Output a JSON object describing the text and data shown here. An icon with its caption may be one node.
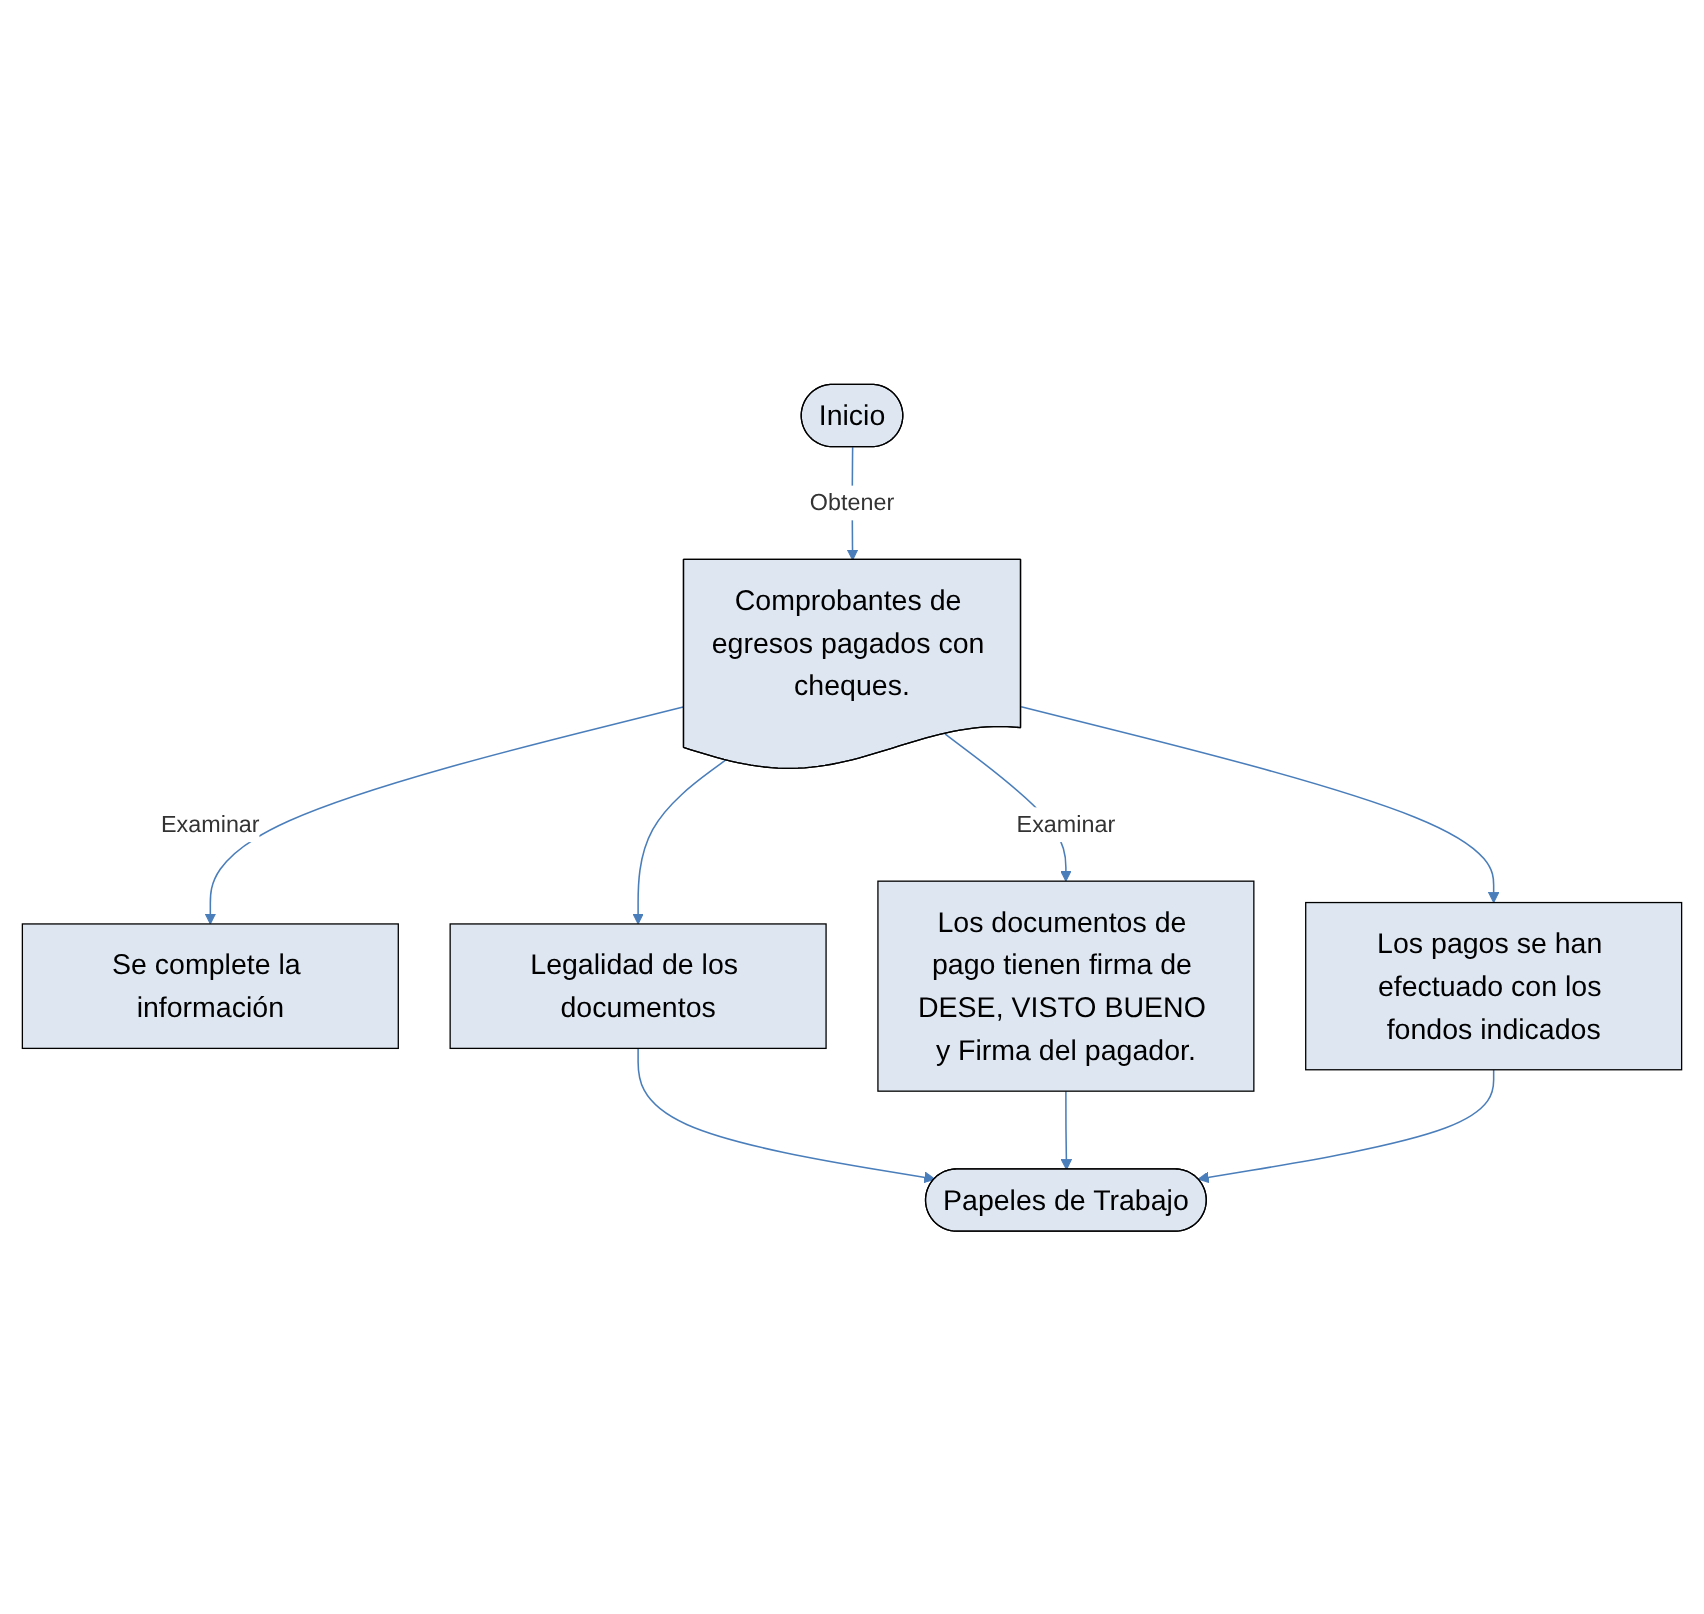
{
  "diagram": {
    "nodes": [
      {
        "text": [
          "Inicio"
        ]
      },
      {
        "text": [
          "Comprobantes de egresos pagados con cheques."
        ]
      },
      {
        "text": [
          "Se complete la información"
        ]
      },
      {
        "text": [
          "Legalidad de los documentos"
        ]
      },
      {
        "text": [
          "Los documentos de pago tienen firma de DESE, VISTO BUENO y Firma del pagador."
        ]
      },
      {
        "text": [
          "Los pagos se han efectuado con los fondos indicados"
        ]
      },
      {
        "text": [
          "Papeles de Trabajo"
        ]
      }
    ],
    "edges": [
      {
        "from": 0,
        "to": 1,
        "arrow": "to",
        "label": "Obtener"
      },
      {
        "from": 1,
        "to": 2,
        "arrow": "to",
        "label": "Examinar"
      },
      {
        "from": 1,
        "to": 3,
        "arrow": "to"
      },
      {
        "from": 1,
        "to": 4,
        "arrow": "to",
        "label": "Examinar"
      },
      {
        "from": 1,
        "to": 5,
        "arrow": "to"
      },
      {
        "from": 3,
        "to": 6,
        "arrow": "to"
      },
      {
        "from": 4,
        "to": 6,
        "arrow": "to"
      },
      {
        "from": 5,
        "to": 6,
        "arrow": "to"
      }
    ]
  }
}
